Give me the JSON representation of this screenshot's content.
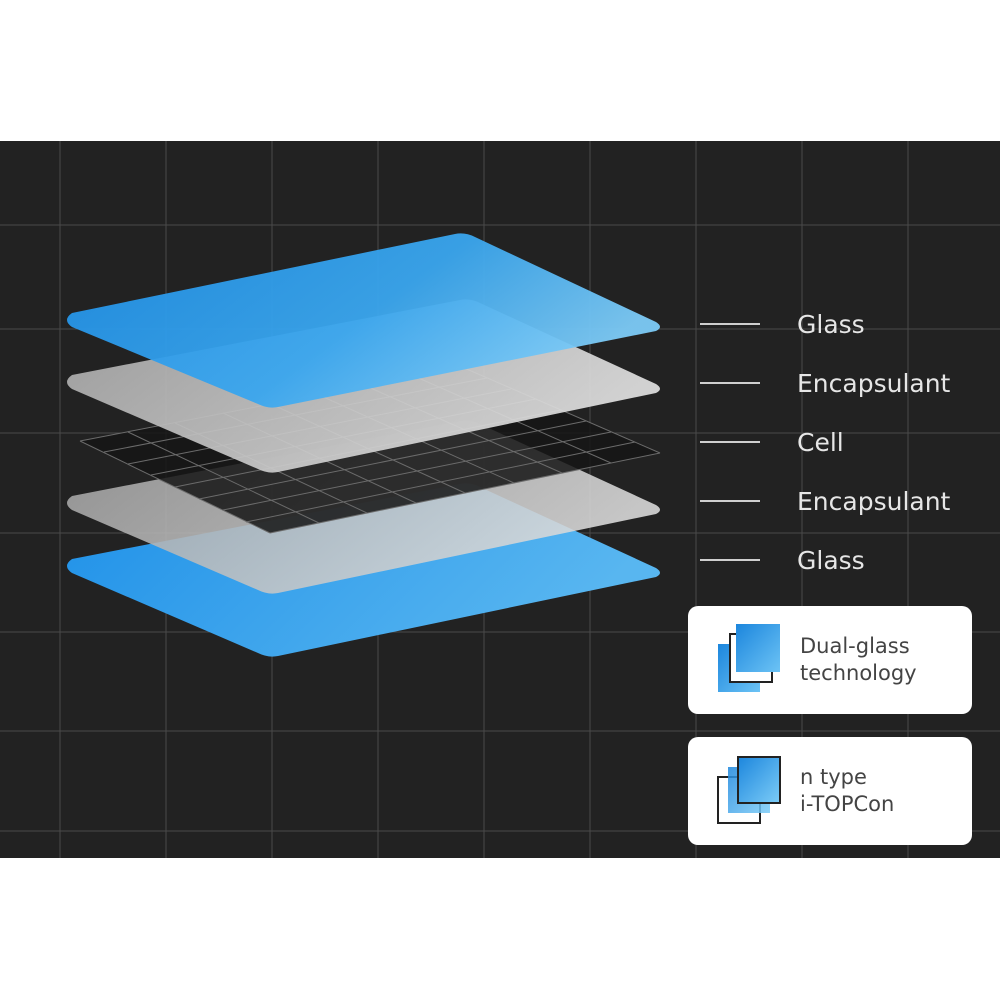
{
  "layers": [
    {
      "label": "Glass",
      "color": "#2c9be8"
    },
    {
      "label": "Encapsulant",
      "color": "#c9c9c9"
    },
    {
      "label": "Cell",
      "color": "#1a1a1a"
    },
    {
      "label": "Encapsulant",
      "color": "#c9c9c9"
    },
    {
      "label": "Glass",
      "color": "#2c9be8"
    }
  ],
  "features": [
    {
      "line1": "Dual-glass",
      "line2": "technology",
      "icon": "dual-glass-icon"
    },
    {
      "line1": "n type",
      "line2": "i-TOPCon",
      "icon": "n-type-cell-icon"
    }
  ],
  "colors": {
    "background": "#222222",
    "accent_blue": "#2c9be8",
    "card": "#ffffff"
  }
}
